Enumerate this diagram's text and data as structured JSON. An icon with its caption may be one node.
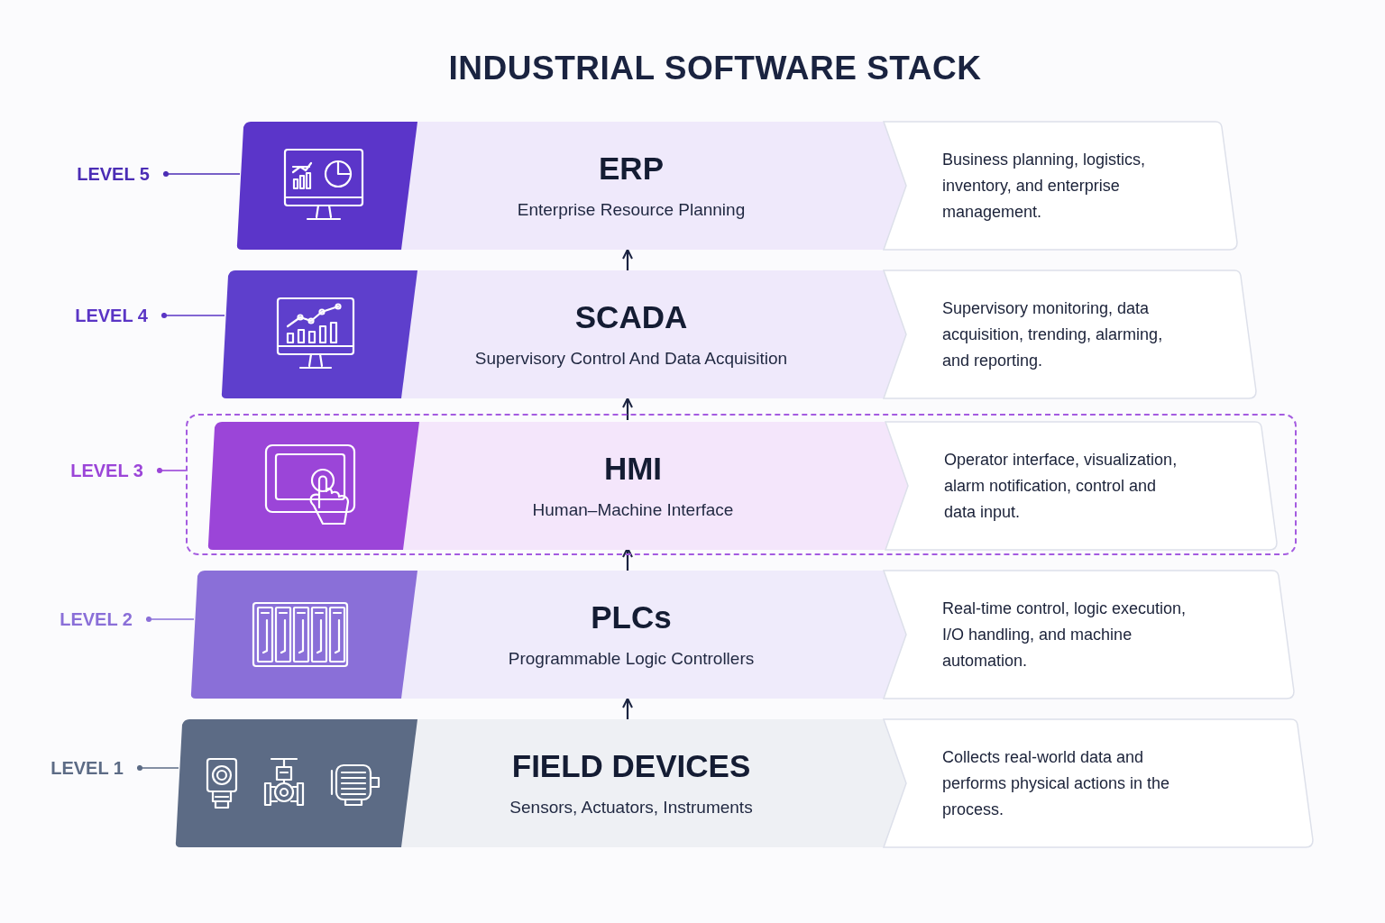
{
  "diagram": {
    "title": "INDUSTRIAL SOFTWARE STACK",
    "nodes": [
      {
        "text": [
          "LEVEL 5"
        ]
      },
      {
        "text": [],
        "shape": "box"
      },
      {
        "text": [
          "ERP",
          "Enterprise Resource Planning"
        ]
      },
      {
        "text": [
          "Business planning, logistics, inventory, and enterprise management."
        ]
      },
      {
        "text": [
          "LEVEL 4"
        ]
      },
      {
        "text": [],
        "shape": "box"
      },
      {
        "text": [
          "SCADA",
          "Supervisory Control And Data Acquisition"
        ]
      },
      {
        "text": [
          "Supervisory monitoring, data acquisition, trending, alarming, and reporting."
        ]
      },
      {
        "text": [
          "LEVEL 3"
        ]
      },
      {
        "text": [],
        "shape": "box"
      },
      {
        "text": [],
        "shape": "box",
        "in": 9
      },
      {
        "text": [
          "HMI",
          "Human–Machine Interface"
        ],
        "in": 9
      },
      {
        "text": [
          "Operator interface, visualization, alarm notification, control and data input."
        ],
        "in": 9
      },
      {
        "text": [
          "LEVEL 2"
        ]
      },
      {
        "text": [],
        "shape": "box"
      },
      {
        "text": [
          "PLCs",
          "Programmable Logic Controllers"
        ]
      },
      {
        "text": [
          "Real-time control, logic execution, I/O handling, and machine automation."
        ]
      },
      {
        "text": [
          "LEVEL 1"
        ]
      },
      {
        "text": [],
        "shape": "box"
      },
      {
        "text": [
          "FIELD DEVICES",
          "Sensors, Actuators, Instruments"
        ]
      },
      {
        "text": [
          "Collects real-world data and performs physical actions in the process."
        ]
      }
    ],
    "edges": [
      {
        "from": 0,
        "to": 1,
        "arrow": "other",
        "color": "#4b2db5"
      },
      {
        "from": 4,
        "to": 5,
        "arrow": "other",
        "color": "#5a35c5"
      },
      {
        "from": 8,
        "to": 9,
        "arrow": "other",
        "color": "#9b45d8"
      },
      {
        "from": 13,
        "to": 14,
        "arrow": "other",
        "color": "#8a6fd8"
      },
      {
        "from": 17,
        "to": 18,
        "arrow": "other",
        "color": "#5c6b85"
      },
      {
        "from": 6,
        "to": 2,
        "arrow": "to"
      },
      {
        "from": 11,
        "to": 6,
        "arrow": "to"
      },
      {
        "from": 15,
        "to": 11,
        "arrow": "to"
      },
      {
        "from": 19,
        "to": 15,
        "arrow": "to"
      }
    ]
  }
}
